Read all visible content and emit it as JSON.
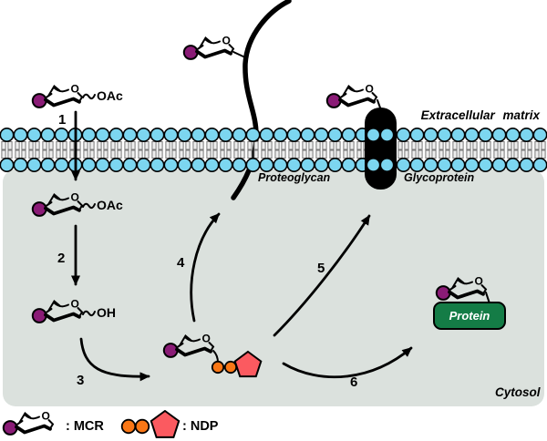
{
  "labels": {
    "extracellular_matrix": "Extracellular matrix",
    "proteoglycan": "Proteoglycan",
    "glycoprotein": "Glycoprotein",
    "cytosol": "Cytosol",
    "protein": "Protein"
  },
  "steps": [
    "1",
    "2",
    "3",
    "4",
    "5",
    "6"
  ],
  "sugar": {
    "ring_oxygen": "O",
    "extracellular_form": "OAc",
    "cytosolic_form": "OAc",
    "deacetylated_form": "OH"
  },
  "legend": {
    "mcr_label": ": MCR",
    "ndp_label": ": NDP"
  },
  "colors": {
    "sugar_purple": "#8a1b76",
    "membrane_cyan": "#7cd6f0",
    "ndp_orange": "#f97716",
    "ndp_red": "#fb5a60",
    "protein_green": "#147c46",
    "cytosol_gray": "#dbe1dd"
  },
  "membrane": {
    "lipid_count": 40
  }
}
